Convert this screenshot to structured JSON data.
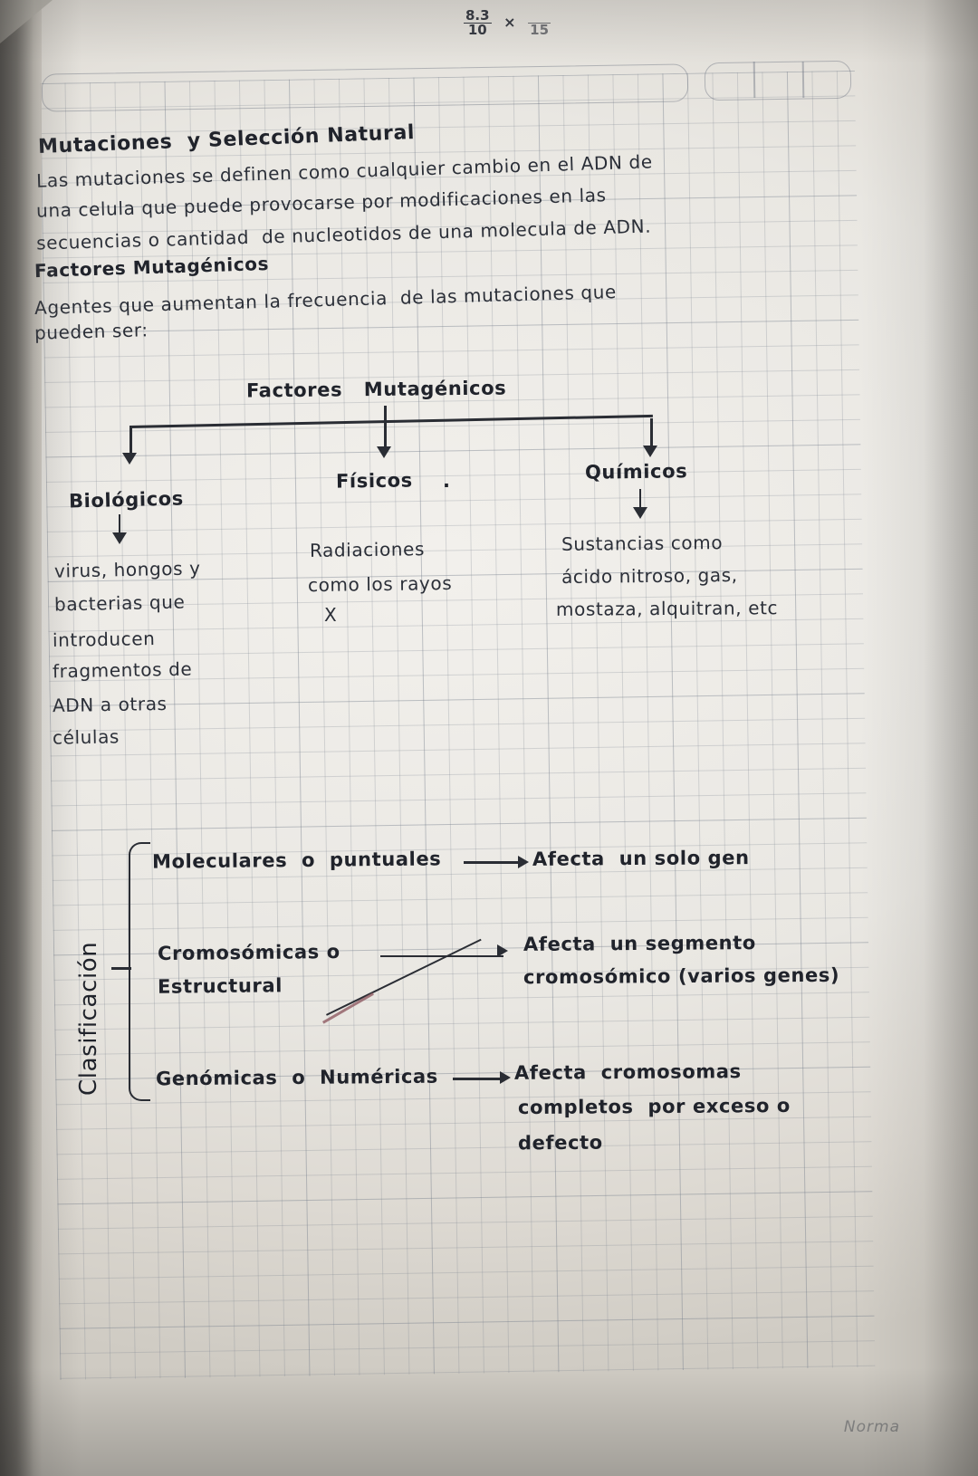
{
  "document": {
    "type": "handwritten-notebook-page",
    "language": "es",
    "brand_watermark": "Norma"
  },
  "top_math": {
    "fraction_numerator": "8.3",
    "fraction_denominator": "10",
    "operator": "×",
    "second_fraction": "15"
  },
  "notes": {
    "title": "Mutaciones  y Selección Natural",
    "intro_lines": [
      "Las mutaciones se definen como cualquier cambio en el ADN de",
      "una celula que puede provocarse por modificaciones en las",
      "secuencias o cantidad  de nucleotidos de una molecula de ADN."
    ],
    "subtitle": "Factores Mutagénicos",
    "subtitle_lines": [
      "Agentes que aumentan la frecuencia  de las mutaciones que",
      "pueden ser:"
    ]
  },
  "diagram": {
    "root_label": "Factores   Mutagénicos",
    "branches": [
      {
        "label": "Biológicos",
        "detail_lines": [
          "virus, hongos y",
          "bacterias que",
          "introducen",
          "fragmentos de",
          "ADN a otras",
          "células"
        ]
      },
      {
        "label": "Físicos",
        "detail_lines": [
          "Radiaciones",
          "como los rayos",
          "X"
        ]
      },
      {
        "label": "Químicos",
        "detail_lines": [
          "Sustancias como",
          "ácido nitroso, gas,",
          "mostaza, alquitran, etc"
        ]
      }
    ]
  },
  "classification": {
    "side_label": "Clasificación",
    "rows": [
      {
        "term": "Moleculares  o  puntuales",
        "term_second_line": "",
        "effect_lines": [
          "Afecta  un solo gen"
        ]
      },
      {
        "term": "Cromosómicas o",
        "term_second_line": "Estructural",
        "effect_lines": [
          "Afecta  un segmento",
          "cromosómico (varios genes)"
        ]
      },
      {
        "term": "Genómicas  o  Numéricas",
        "term_second_line": "",
        "effect_lines": [
          "Afecta  cromosomas",
          "completos  por exceso o",
          "defecto"
        ]
      }
    ]
  },
  "colors": {
    "ink": "#20232b",
    "grid": "#78808c",
    "paper": "#eeece8",
    "pink_mark": "#8e5b63"
  }
}
